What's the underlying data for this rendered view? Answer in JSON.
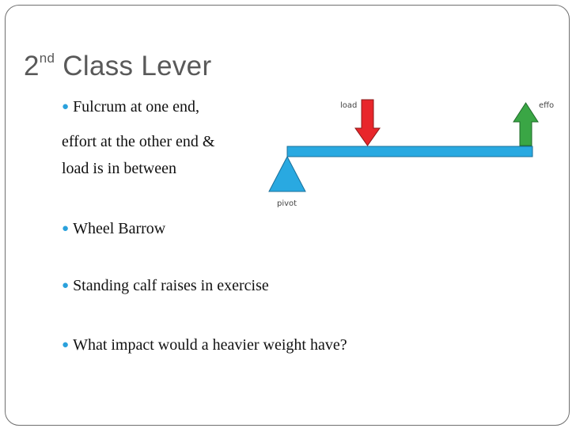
{
  "title": {
    "main": "2",
    "sup": "nd",
    "rest": " Class Lever"
  },
  "bullets": [
    {
      "lines": [
        "Fulcrum at one end,",
        "effort at the other end &",
        "load is in between"
      ]
    },
    {
      "lines": [
        "Wheel Barrow"
      ]
    },
    {
      "lines": [
        "Standing calf raises in exercise"
      ]
    },
    {
      "lines": [
        "What impact would a heavier weight have?"
      ]
    }
  ],
  "diagram": {
    "load_label": "load",
    "effort_label": "effort",
    "pivot_label": "pivot",
    "colors": {
      "beam": "#29a9e1",
      "load_arrow": "#e8262b",
      "effort_arrow": "#3aa645",
      "pivot": "#29a9e1",
      "bullet": "#2aa1dc"
    }
  }
}
